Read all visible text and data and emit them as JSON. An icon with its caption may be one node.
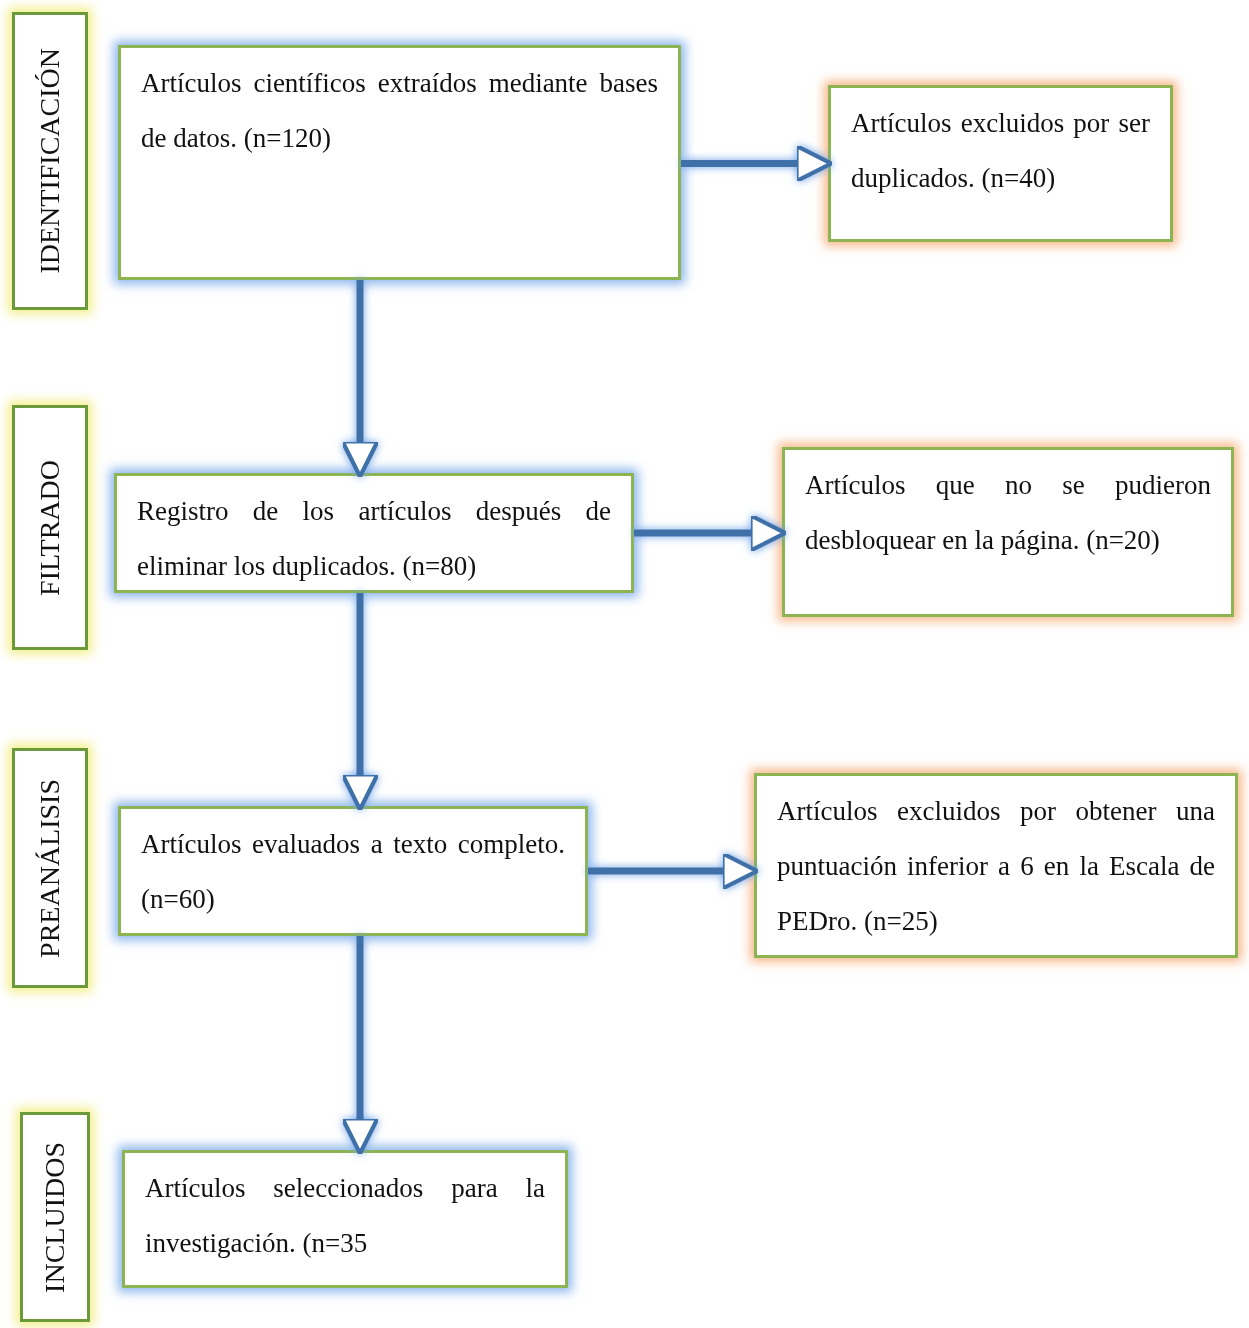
{
  "diagram": {
    "nodes": [
      {
        "text": [
          "IDENTIFICACIÓN"
        ]
      },
      {
        "text": [
          "Artículos científicos extraídos mediante bases de datos. (n=120)"
        ]
      },
      {
        "text": [
          "Artículos excluidos por ser duplicados. (n=40)"
        ]
      },
      {
        "text": [
          "FILTRADO"
        ]
      },
      {
        "text": [
          "Registro de los artículos después de eliminar los duplicados. (n=80)"
        ]
      },
      {
        "text": [
          "Artículos que no se pudieron desbloquear en la página. (n=20)"
        ]
      },
      {
        "text": [
          "PREANÁLISIS"
        ]
      },
      {
        "text": [
          "Artículos evaluados a texto completo. (n=60)"
        ]
      },
      {
        "text": [
          "Artículos excluidos por obtener una puntuación inferior a 6 en la Escala de PEDro. (n=25)"
        ]
      },
      {
        "text": [
          "INCLUIDOS"
        ]
      },
      {
        "text": [
          "Artículos seleccionados para la investigación. (n=35"
        ]
      }
    ],
    "edges": [
      {
        "from": 1,
        "to": 2,
        "arrow": "to"
      },
      {
        "from": 1,
        "to": 4,
        "arrow": "to"
      },
      {
        "from": 4,
        "to": 5,
        "arrow": "to"
      },
      {
        "from": 4,
        "to": 7,
        "arrow": "to"
      },
      {
        "from": 7,
        "to": 8,
        "arrow": "to"
      },
      {
        "from": 7,
        "to": 10,
        "arrow": "to"
      }
    ]
  }
}
